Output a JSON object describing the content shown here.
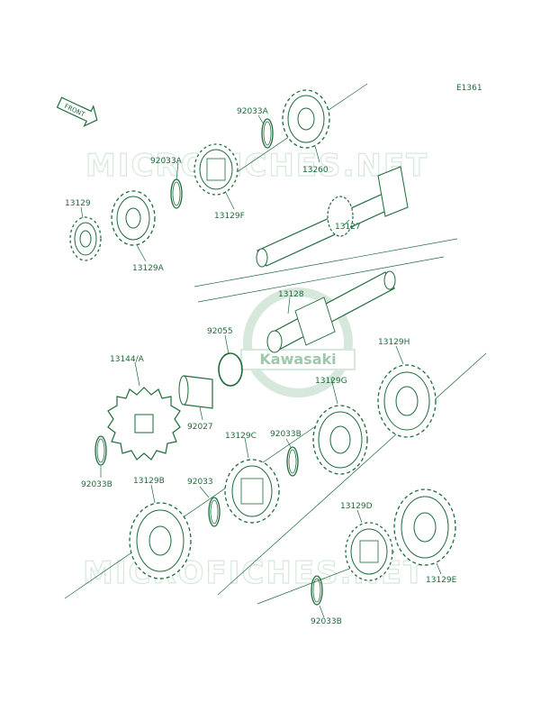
{
  "diagram": {
    "code": "E1361",
    "front_label": "FRONT",
    "brand_text": "Kawasaki",
    "watermarks": [
      "MICROFICHES.NET",
      "MICROFICHES.NET"
    ],
    "colors": {
      "line": "#1d6b3a",
      "watermark": "#d6e8dc",
      "background": "#ffffff"
    },
    "parts": [
      {
        "id": "p1",
        "label": "92033A"
      },
      {
        "id": "p2",
        "label": "13260"
      },
      {
        "id": "p3",
        "label": "92033A"
      },
      {
        "id": "p4",
        "label": "13129F"
      },
      {
        "id": "p5",
        "label": "13129"
      },
      {
        "id": "p6",
        "label": "13129A"
      },
      {
        "id": "p7",
        "label": "13127"
      },
      {
        "id": "p8",
        "label": "13128"
      },
      {
        "id": "p9",
        "label": "92055"
      },
      {
        "id": "p10",
        "label": "13144/A"
      },
      {
        "id": "p11",
        "label": "92027"
      },
      {
        "id": "p12",
        "label": "13129G"
      },
      {
        "id": "p13",
        "label": "13129H"
      },
      {
        "id": "p14",
        "label": "13129C"
      },
      {
        "id": "p15",
        "label": "92033B"
      },
      {
        "id": "p16",
        "label": "92033B"
      },
      {
        "id": "p17",
        "label": "13129B"
      },
      {
        "id": "p18",
        "label": "92033"
      },
      {
        "id": "p19",
        "label": "13129D"
      },
      {
        "id": "p20",
        "label": "13129E"
      },
      {
        "id": "p21",
        "label": "92033B"
      }
    ]
  }
}
